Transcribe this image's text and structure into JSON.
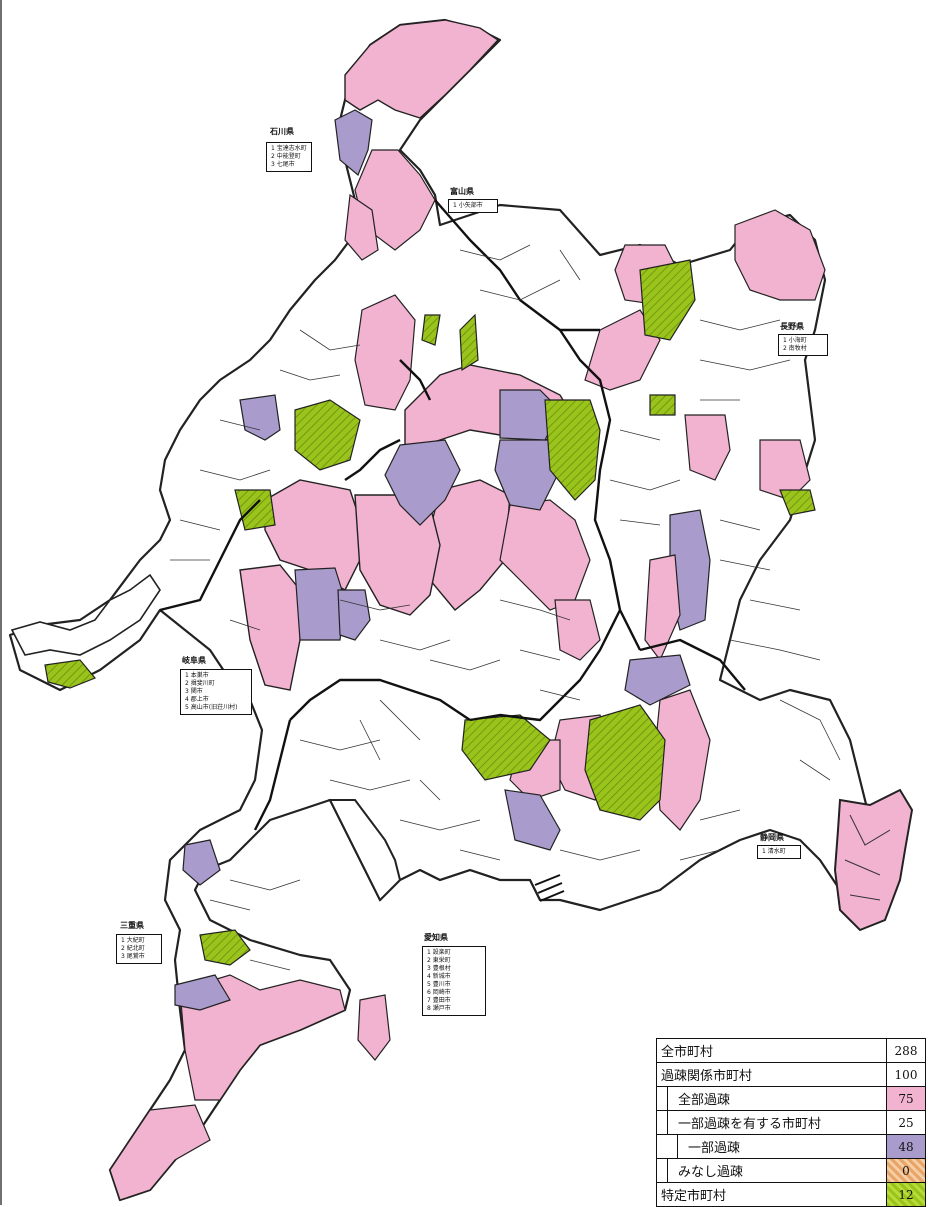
{
  "colors": {
    "full": "#f2b3d1",
    "partial": "#a99ccd",
    "deemed": "#f0b98a",
    "specific": "#9ac31c",
    "none": "#ffffff",
    "border": "#222222"
  },
  "labels": [
    {
      "text": "石川県",
      "items": [
        "1 宝達志水町",
        "2 中能登町",
        "3 七尾市"
      ]
    },
    {
      "text": "富山県",
      "items": [
        "1 小矢部市"
      ]
    },
    {
      "text": "長野県",
      "items": [
        "1 小海町",
        "2 南牧村"
      ]
    },
    {
      "text": "岐阜県",
      "items": [
        "1 本巣市",
        "2 揖斐川町",
        "3 関市",
        "4 郡上市",
        "5 高山市(旧荘川村)"
      ]
    },
    {
      "text": "静岡県",
      "items": [
        "1 清水町"
      ]
    },
    {
      "text": "三重県",
      "items": [
        "1 大紀町",
        "2 紀北町",
        "3 尾鷲市"
      ]
    },
    {
      "text": "愛知県",
      "items": [
        "1 設楽町",
        "2 東栄町",
        "3 豊根村",
        "4 新城市",
        "5 豊川市",
        "6 岡崎市",
        "7 豊田市",
        "8 瀬戸市"
      ]
    }
  ],
  "legend": {
    "rows": [
      {
        "label": "全市町村",
        "value": "288",
        "indent": 0,
        "swatch": "none"
      },
      {
        "label": "過疎関係市町村",
        "value": "100",
        "indent": 0,
        "swatch": "none"
      },
      {
        "label": "全部過疎",
        "value": "75",
        "indent": 1,
        "swatch": "full"
      },
      {
        "label": "一部過疎を有する市町村",
        "value": "25",
        "indent": 1,
        "swatch": "none"
      },
      {
        "label": "一部過疎",
        "value": "48",
        "indent": 2,
        "swatch": "partial"
      },
      {
        "label": "みなし過疎",
        "value": "0",
        "indent": 1,
        "swatch": "deemed"
      },
      {
        "label": "特定市町村",
        "value": "12",
        "indent": 0,
        "swatch": "specific"
      }
    ]
  }
}
